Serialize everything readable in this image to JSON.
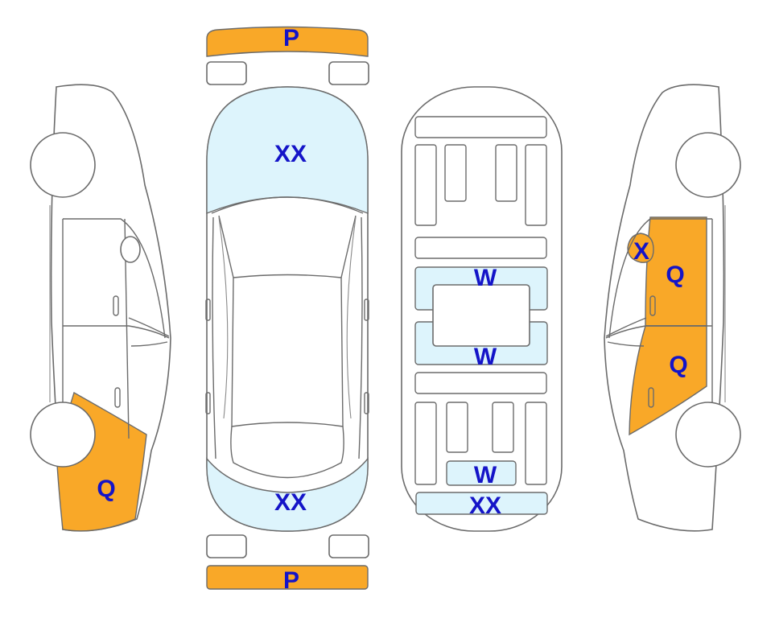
{
  "colors": {
    "damage_orange": "#F9A828",
    "glass_blue": "#DDF4FC",
    "label_blue": "#1414C8",
    "outline_gray": "#6B6B6B"
  },
  "labels": {
    "front_bumper": "P",
    "rear_bumper": "P",
    "hood": "XX",
    "trunk": "XX",
    "under_front": "W",
    "under_mid": "W",
    "under_rear": "W",
    "under_bumper": "XX",
    "left_quarter": "Q",
    "right_mirror": "X",
    "right_front_door": "Q",
    "right_rear_door": "Q"
  }
}
